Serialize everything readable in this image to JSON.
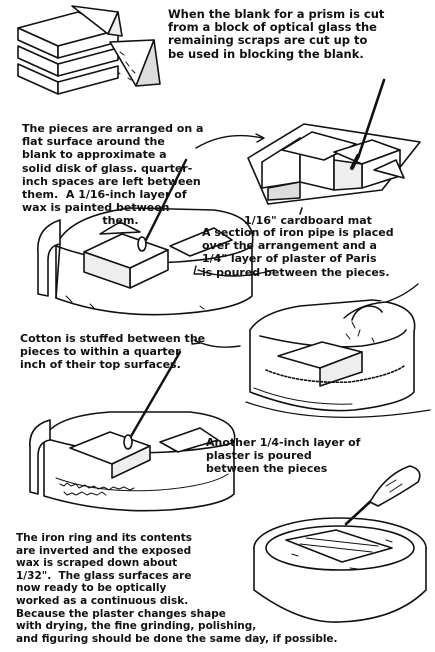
{
  "captions": {
    "blank_scraps": "When the blank for a prism is cut\nfrom a block of optical glass the\nremaining scraps are cut up to\nbe used in blocking the blank.",
    "pieces_arranged": "The pieces are arranged on a\nflat surface around the\nblank to approximate a\nsolid disk of glass. quarter-\ninch spaces are left between\nthem.  A 1/16-inch layer of\nwax is painted between\n                     them.",
    "iron_pipe": "A section of iron pipe is placed\nover the arrangement and a\n1/4\" layer of plaster of Paris\nis poured between the pieces.",
    "cotton": "Cotton is stuffed between the\npieces to within a quarter\ninch of their top surfaces.",
    "another_layer": "Another 1/4-inch layer of\nplaster is poured\nbetween the pieces",
    "inverted": "The iron ring and its contents\nare inverted and the exposed\nwax is scraped down about\n1/32\".  The glass surfaces are\nnow ready to be optically\nworked as a continuous disk.\nBecause the plaster changes shape\nwith drying, the fine grinding, polishing,\nand figuring should be done the same day, if possible."
  },
  "labels": {
    "cardboard_mat": "1/16\" cardboard mat"
  }
}
